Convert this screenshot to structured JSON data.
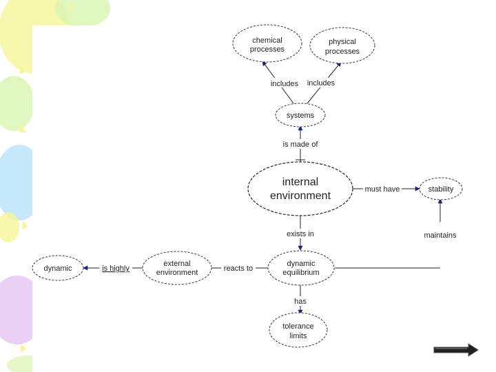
{
  "nodes": {
    "chemical_processes": [
      "chemical",
      "processes"
    ],
    "physical_processes": [
      "physical",
      "processes"
    ],
    "systems": [
      "systems"
    ],
    "internal_environment": [
      "internal",
      "environment"
    ],
    "stability": [
      "stability"
    ],
    "dynamic_equilibrium": [
      "dynamic",
      "equilibrium"
    ],
    "external_environment": [
      "external",
      "environment"
    ],
    "dynamic": [
      "dynamic"
    ],
    "tolerance_limits": [
      "tolerance",
      "limits"
    ]
  },
  "links": {
    "includes_left": "includes",
    "includes_right": "includes",
    "is_made_of": "is made of",
    "must_have": "must have",
    "maintains": "maintains",
    "exists_in": "exists in",
    "reacts_to": "reacts to",
    "is_highly": "is highly",
    "has": "has"
  },
  "colors": {
    "balloon_yellow": "#f6f59a",
    "balloon_green": "#d8f5b0",
    "balloon_blue": "#bfe6fb",
    "balloon_purple": "#e7c8f4",
    "line": "#222222",
    "arrowhead": "#1a237e"
  },
  "icons": {
    "next": "right-arrow-icon"
  }
}
